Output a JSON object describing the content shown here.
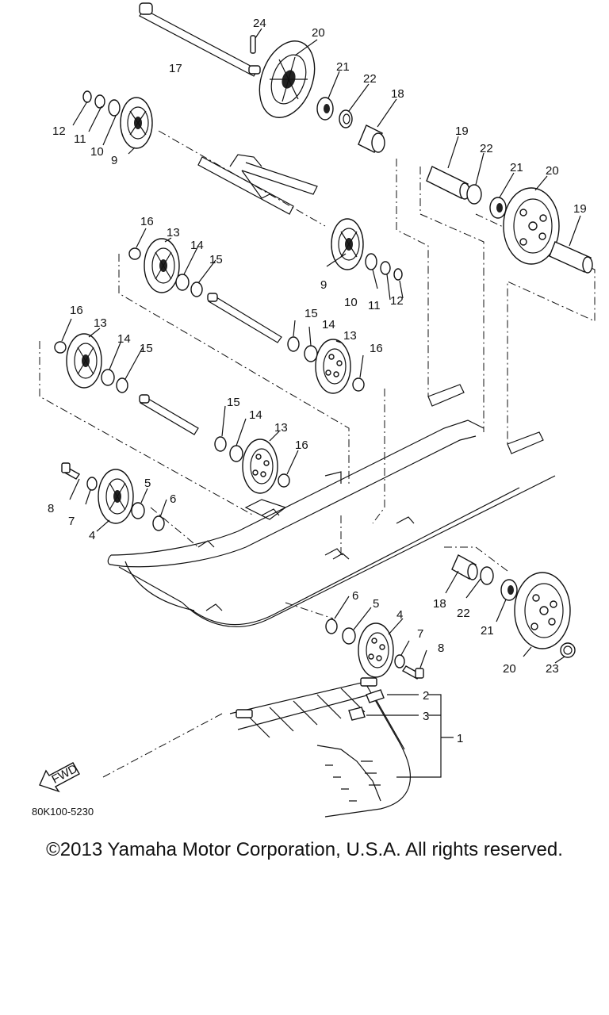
{
  "diagram": {
    "code": "80K100-5230",
    "fwd_label": "FWD",
    "part_labels": [
      {
        "id": "p24",
        "text": "24"
      },
      {
        "id": "p20a",
        "text": "20"
      },
      {
        "id": "p17",
        "text": "17"
      },
      {
        "id": "p21a",
        "text": "21"
      },
      {
        "id": "p22a",
        "text": "22"
      },
      {
        "id": "p18a",
        "text": "18"
      },
      {
        "id": "p12a",
        "text": "12"
      },
      {
        "id": "p11a",
        "text": "11"
      },
      {
        "id": "p10a",
        "text": "10"
      },
      {
        "id": "p9a",
        "text": "9"
      },
      {
        "id": "p19a",
        "text": "19"
      },
      {
        "id": "p22b",
        "text": "22"
      },
      {
        "id": "p21b",
        "text": "21"
      },
      {
        "id": "p20b",
        "text": "20"
      },
      {
        "id": "p19b",
        "text": "19"
      },
      {
        "id": "p16a",
        "text": "16"
      },
      {
        "id": "p13a",
        "text": "13"
      },
      {
        "id": "p14a",
        "text": "14"
      },
      {
        "id": "p15a",
        "text": "15"
      },
      {
        "id": "p9b",
        "text": "9"
      },
      {
        "id": "p10b",
        "text": "10"
      },
      {
        "id": "p11b",
        "text": "11"
      },
      {
        "id": "p12b",
        "text": "12"
      },
      {
        "id": "p16b",
        "text": "16"
      },
      {
        "id": "p13b",
        "text": "13"
      },
      {
        "id": "p14b",
        "text": "14"
      },
      {
        "id": "p15b",
        "text": "15"
      },
      {
        "id": "p15c",
        "text": "15"
      },
      {
        "id": "p14c",
        "text": "14"
      },
      {
        "id": "p13c",
        "text": "13"
      },
      {
        "id": "p16c",
        "text": "16"
      },
      {
        "id": "p15d",
        "text": "15"
      },
      {
        "id": "p14d",
        "text": "14"
      },
      {
        "id": "p13d",
        "text": "13"
      },
      {
        "id": "p16d",
        "text": "16"
      },
      {
        "id": "p8a",
        "text": "8"
      },
      {
        "id": "p7a",
        "text": "7"
      },
      {
        "id": "p5a",
        "text": "5"
      },
      {
        "id": "p6a",
        "text": "6"
      },
      {
        "id": "p4a",
        "text": "4"
      },
      {
        "id": "p6b",
        "text": "6"
      },
      {
        "id": "p5b",
        "text": "5"
      },
      {
        "id": "p4b",
        "text": "4"
      },
      {
        "id": "p7b",
        "text": "7"
      },
      {
        "id": "p8b",
        "text": "8"
      },
      {
        "id": "p18b",
        "text": "18"
      },
      {
        "id": "p22c",
        "text": "22"
      },
      {
        "id": "p21c",
        "text": "21"
      },
      {
        "id": "p20c",
        "text": "20"
      },
      {
        "id": "p23",
        "text": "23"
      },
      {
        "id": "p2",
        "text": "2"
      },
      {
        "id": "p3",
        "text": "3"
      },
      {
        "id": "p1",
        "text": "1"
      }
    ]
  },
  "footer": {
    "copyright": "©2013 Yamaha Motor Corporation, U.S.A. All rights reserved."
  }
}
